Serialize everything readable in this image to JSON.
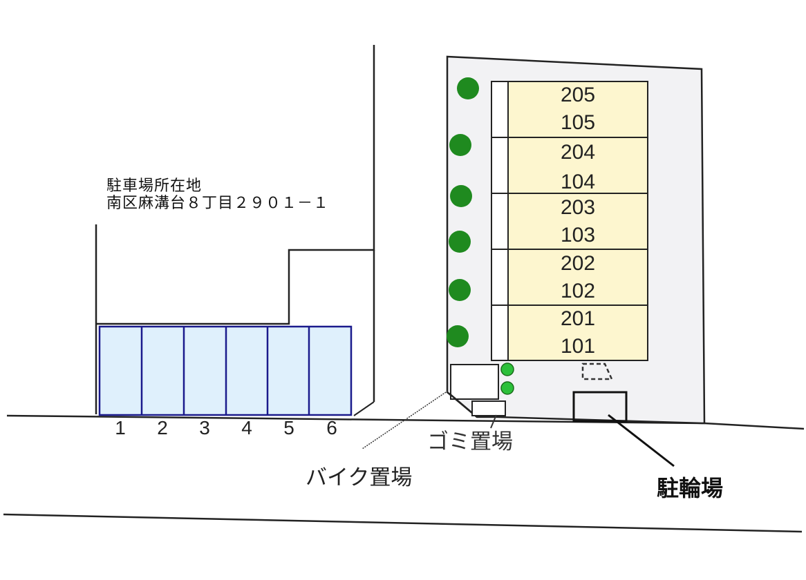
{
  "address_block": {
    "heading": "駐車場所在地",
    "address": "南区麻溝台８丁目２９０１－１"
  },
  "parking": {
    "slots": [
      {
        "label": "1"
      },
      {
        "label": "2"
      },
      {
        "label": "3"
      },
      {
        "label": "4"
      },
      {
        "label": "5"
      },
      {
        "label": "6"
      }
    ],
    "fill_color": "#dff0fc",
    "border_color": "#1a1a8c"
  },
  "building": {
    "units": [
      {
        "upper": "205",
        "lower": "105"
      },
      {
        "upper": "204",
        "lower": "104"
      },
      {
        "upper": "203",
        "lower": "103"
      },
      {
        "upper": "202",
        "lower": "102"
      },
      {
        "upper": "201",
        "lower": "101"
      }
    ],
    "fill_color": "#fdf6cf"
  },
  "lot": {
    "fill_color": "#f2f2f4"
  },
  "trees": {
    "count": 6,
    "color": "#1f8a1f"
  },
  "callouts": {
    "garbage": "ゴミ置場",
    "motorcycle": "バイク置場",
    "bicycle": "駐輪場"
  }
}
